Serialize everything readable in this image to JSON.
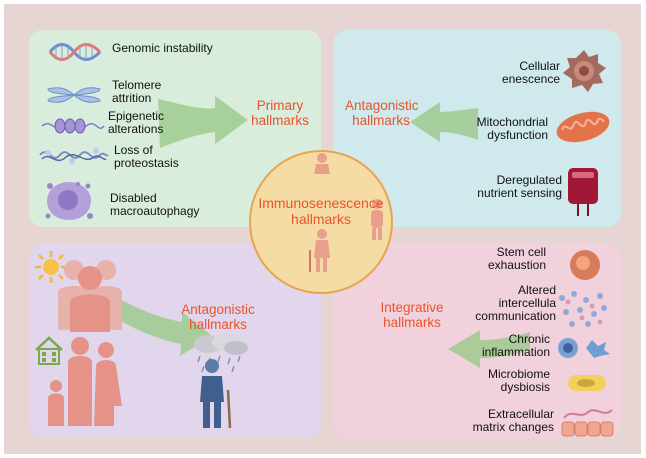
{
  "center": {
    "title": "Immunosenescence hallmarks"
  },
  "top_left": {
    "heading": "Primary hallmarks",
    "items": [
      "Genomic instability",
      "Telomere attrition",
      "Epigenetic alterations",
      "Loss of proteostasis",
      "Disabled macroautophagy"
    ]
  },
  "top_right": {
    "heading": "Antagonistic hallmarks",
    "items": [
      "Cellular enescence",
      "Mitochondrial dysfunction",
      "Deregulated nutrient sensing"
    ]
  },
  "bottom_left": {
    "heading": "Antagonistic hallmarks"
  },
  "bottom_right": {
    "heading": "Integrative hallmarks",
    "items": [
      "Stem cell exhaustion",
      "Altered intercellula communication",
      "Chronic inflammation",
      "Microbiome dysbiosis",
      "Extracellular matrix changes"
    ]
  },
  "colors": {
    "heading": "#e8542b",
    "arrow": "#9fca8f",
    "circle": "#f5dca5",
    "circle_border": "#e7a44e"
  },
  "icons": [
    "dna-icon",
    "chromosome-icon",
    "nucleosome-icon",
    "protein-aggregate-icon",
    "cell-icon",
    "senescent-cell-icon",
    "mitochondrion-icon",
    "blood-bag-icon",
    "stem-cell-icon",
    "molecules-icon",
    "immune-cell-icon",
    "bacterium-icon",
    "tissue-icon",
    "sun-icon",
    "house-icon",
    "family-icon",
    "elderly-person-icon",
    "rain-cloud-icon"
  ]
}
